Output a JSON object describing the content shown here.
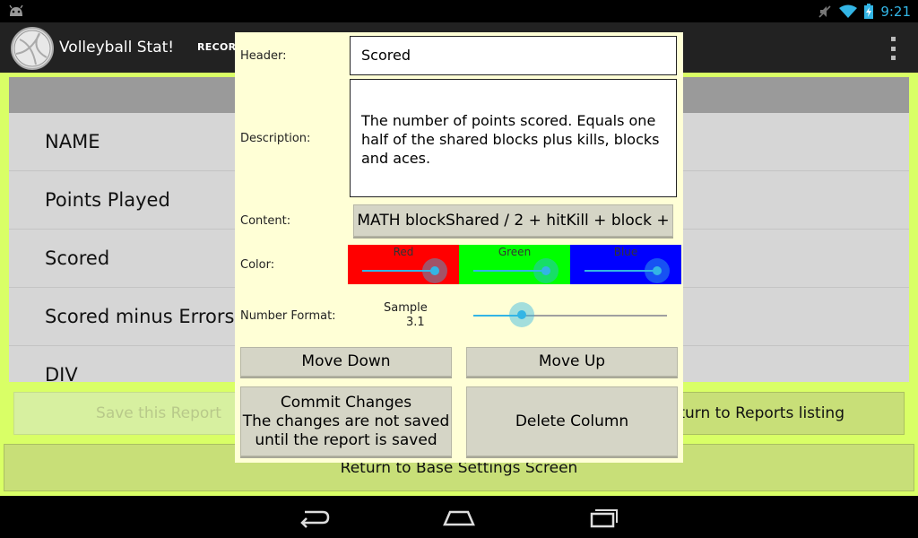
{
  "status_bar": {
    "time": "9:21"
  },
  "action_bar": {
    "title": "Volleyball Stat!",
    "tab_label": "RECORD"
  },
  "list": {
    "rows": [
      {
        "label": "NAME"
      },
      {
        "label": "Points Played"
      },
      {
        "label": "Scored"
      },
      {
        "label": "Scored minus Errors"
      },
      {
        "label": "DIV"
      }
    ]
  },
  "buttons": {
    "save_report": "Save this Report",
    "return_reports": "Return to Reports listing",
    "return_base": "Return to Base Settings Screen"
  },
  "dialog": {
    "header_label": "Header:",
    "header_value": "Scored",
    "description_label": "Description:",
    "description_value": "The number of points scored.  Equals one half of the shared blocks plus kills, blocks and aces.",
    "content_label": "Content:",
    "content_value": "MATH blockShared / 2 + hitKill + block +",
    "color_label": "Color:",
    "colors": [
      {
        "name": "Red",
        "hex": "#ff0000",
        "level": 0.88
      },
      {
        "name": "Green",
        "hex": "#00ff00",
        "level": 0.88
      },
      {
        "name": "Blue",
        "hex": "#0000ff",
        "level": 0.88
      }
    ],
    "number_format_label": "Number Format:",
    "sample_label": "Sample",
    "sample_value": "3.1",
    "number_format_level": 0.25,
    "move_down": "Move Down",
    "move_up": "Move Up",
    "commit_line1": "Commit Changes",
    "commit_line2": "The changes are not saved",
    "commit_line3": "until the report is saved",
    "delete_column": "Delete Column"
  },
  "theme": {
    "accent": "#33b5e5",
    "main_background": "#d9ff66",
    "dialog_background": "#ffffd6"
  }
}
